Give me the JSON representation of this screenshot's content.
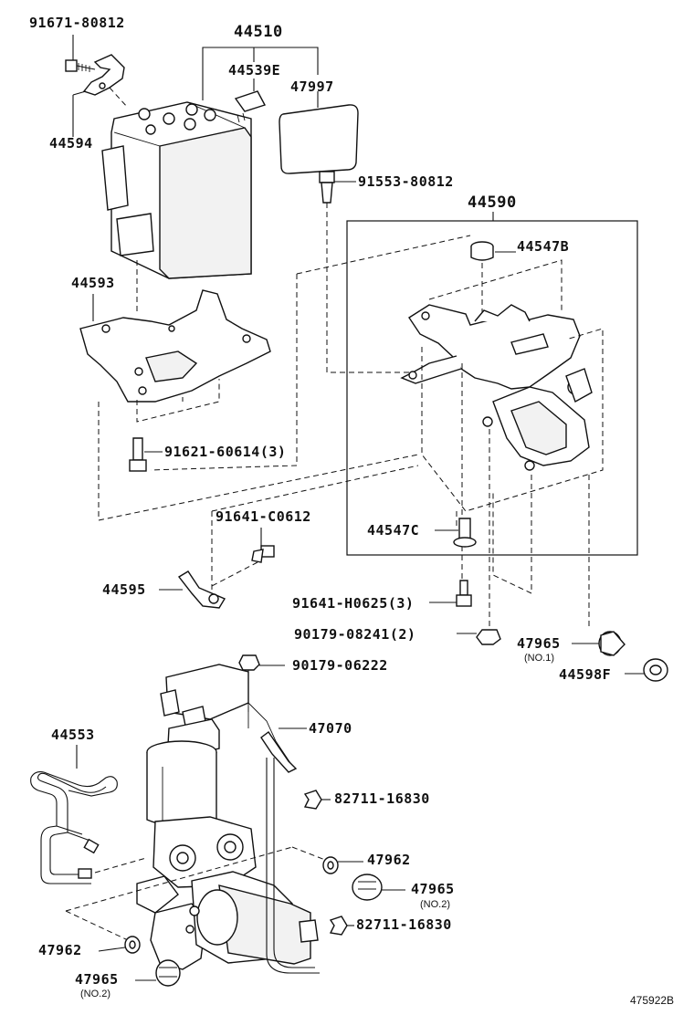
{
  "labels": {
    "p91671_80812": "91671-80812",
    "p44510": "44510",
    "p44539E": "44539E",
    "p47997": "47997",
    "p44594": "44594",
    "p91553_80812": "91553-80812",
    "p44590": "44590",
    "p44547B": "44547B",
    "p44593": "44593",
    "p91621_60614": "91621-60614(3)",
    "p91641_C0612": "91641-C0612",
    "p44547C": "44547C",
    "p44595": "44595",
    "p91641_H0625": "91641-H0625(3)",
    "p90179_08241": "90179-08241(2)",
    "p47965_a": "47965",
    "p47965_a_sub": "(NO.1)",
    "p44598F": "44598F",
    "p90179_06222": "90179-06222",
    "p47070": "47070",
    "p44553": "44553",
    "p82711_16830_a": "82711-16830",
    "p47962_a": "47962",
    "p47965_b": "47965",
    "p47965_b_sub": "(NO.2)",
    "p82711_16830_b": "82711-16830",
    "p47962_b": "47962",
    "p47965_c": "47965",
    "p47965_c_sub": "(NO.2)"
  },
  "figure_ref": "475922B"
}
